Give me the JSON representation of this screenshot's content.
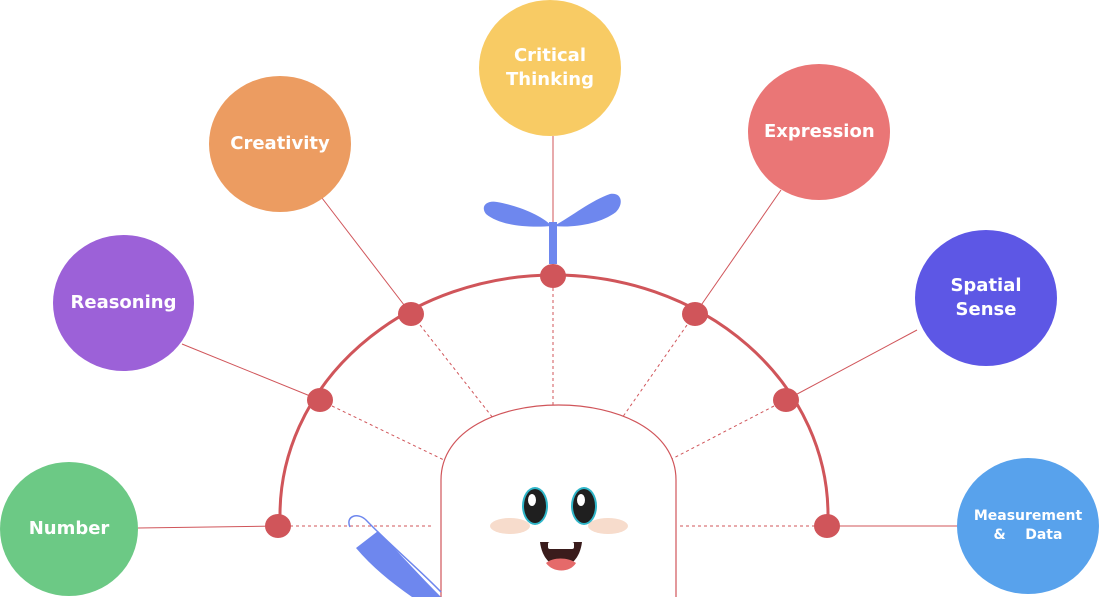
{
  "skills": [
    {
      "id": "number",
      "label": "Number",
      "color": "#6CC985"
    },
    {
      "id": "reasoning",
      "label": "Reasoning",
      "color": "#9C61D8"
    },
    {
      "id": "creativity",
      "label": "Creativity",
      "color": "#EC9C61"
    },
    {
      "id": "critical",
      "label": "Critical\nThinking",
      "color": "#F8CB64"
    },
    {
      "id": "expression",
      "label": "Expression",
      "color": "#EA7676"
    },
    {
      "id": "spatial",
      "label": "Spatial\nSense",
      "color": "#5D57E5"
    },
    {
      "id": "measurement",
      "label": "Measurement\n&    Data",
      "color": "#58A2EC"
    }
  ],
  "colors": {
    "arc": "#D0555A",
    "node": "#D0555A",
    "connector": "#D0555A",
    "sprout": "#6E87EE",
    "mascot_outline": "#D0555A",
    "mascot_fill": "#FFFFFF",
    "cheek": "#F7DCCC",
    "eye": "#1F1F1F",
    "eye_ring": "#2FB6C9",
    "mouth": "#3A1C1C",
    "tongue": "#E56A6A",
    "tooth": "#FFFFFF",
    "band": "#6E87EE"
  },
  "icons": {
    "sprout": "sprout-icon",
    "mascot": "mascot-icon",
    "band": "band-icon"
  }
}
